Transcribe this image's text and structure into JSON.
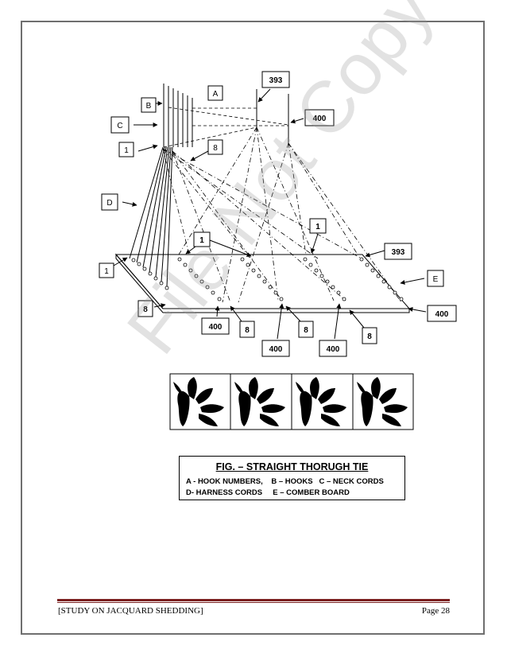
{
  "diagram": {
    "labels": {
      "a": "A",
      "b": "B",
      "c": "C",
      "d": "D",
      "e": "E",
      "one": "1",
      "eight": "8",
      "n393": "393",
      "n400": "400"
    }
  },
  "caption": {
    "title": "FIG. – STRAIGHT THORUGH TIE",
    "line1": "A - HOOK NUMBERS,    B – HOOKS   C – NECK CORDS",
    "line2": "D- HARNESS CORDS     E – COMBER BOARD"
  },
  "footer": {
    "left": "[STUDY ON JACQUARD SHEDDING]",
    "right": "Page 28"
  },
  "watermark": "File Not Copy",
  "colors": {
    "footer_rule": "#7a1f1f",
    "page_border": "#6f6f6f"
  }
}
